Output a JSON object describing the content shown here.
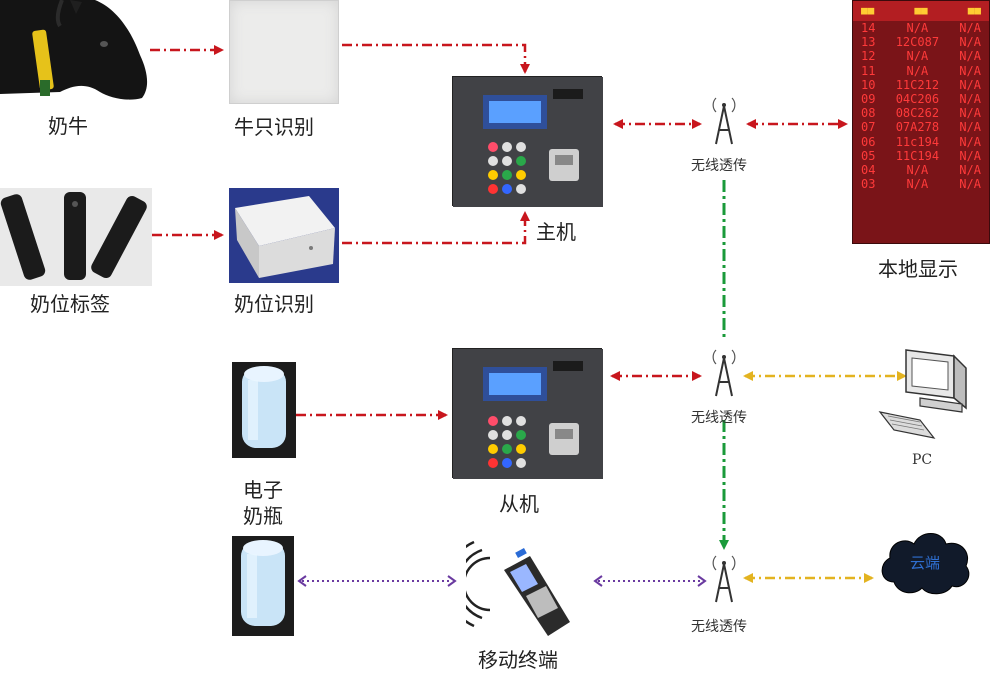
{
  "nodes": {
    "cow": "奶牛",
    "cow_id": "牛只识别",
    "stall_tag": "奶位标签",
    "stall_id": "奶位识别",
    "main_unit": "主机",
    "slave_unit": "从机",
    "local_display": "本地显示",
    "e_bottle_1": "电子",
    "e_bottle_2": "奶瓶",
    "mobile": "移动终端",
    "wireless_1": "无线透传",
    "wireless_2": "无线透传",
    "wireless_3": "无线透传",
    "pc": "PC",
    "cloud": "云端"
  },
  "display": {
    "rows": [
      [
        "14",
        "N/A",
        "N/A"
      ],
      [
        "13",
        "12C087",
        "N/A"
      ],
      [
        "12",
        "N/A",
        "N/A"
      ],
      [
        "11",
        "N/A",
        "N/A"
      ],
      [
        "10",
        "11C212",
        "N/A"
      ],
      [
        "09",
        "04C206",
        "N/A"
      ],
      [
        "08",
        "08C262",
        "N/A"
      ],
      [
        "07",
        "07A278",
        "N/A"
      ],
      [
        "06",
        "11c194",
        "N/A"
      ],
      [
        "05",
        "11C194",
        "N/A"
      ],
      [
        "04",
        "N/A",
        "N/A"
      ],
      [
        "03",
        "N/A",
        "N/A"
      ]
    ]
  },
  "colors": {
    "red_link": "#c8161d",
    "green_link": "#1a9a3a",
    "yellow_link": "#e3b320",
    "purple_link": "#6a3aa0"
  }
}
